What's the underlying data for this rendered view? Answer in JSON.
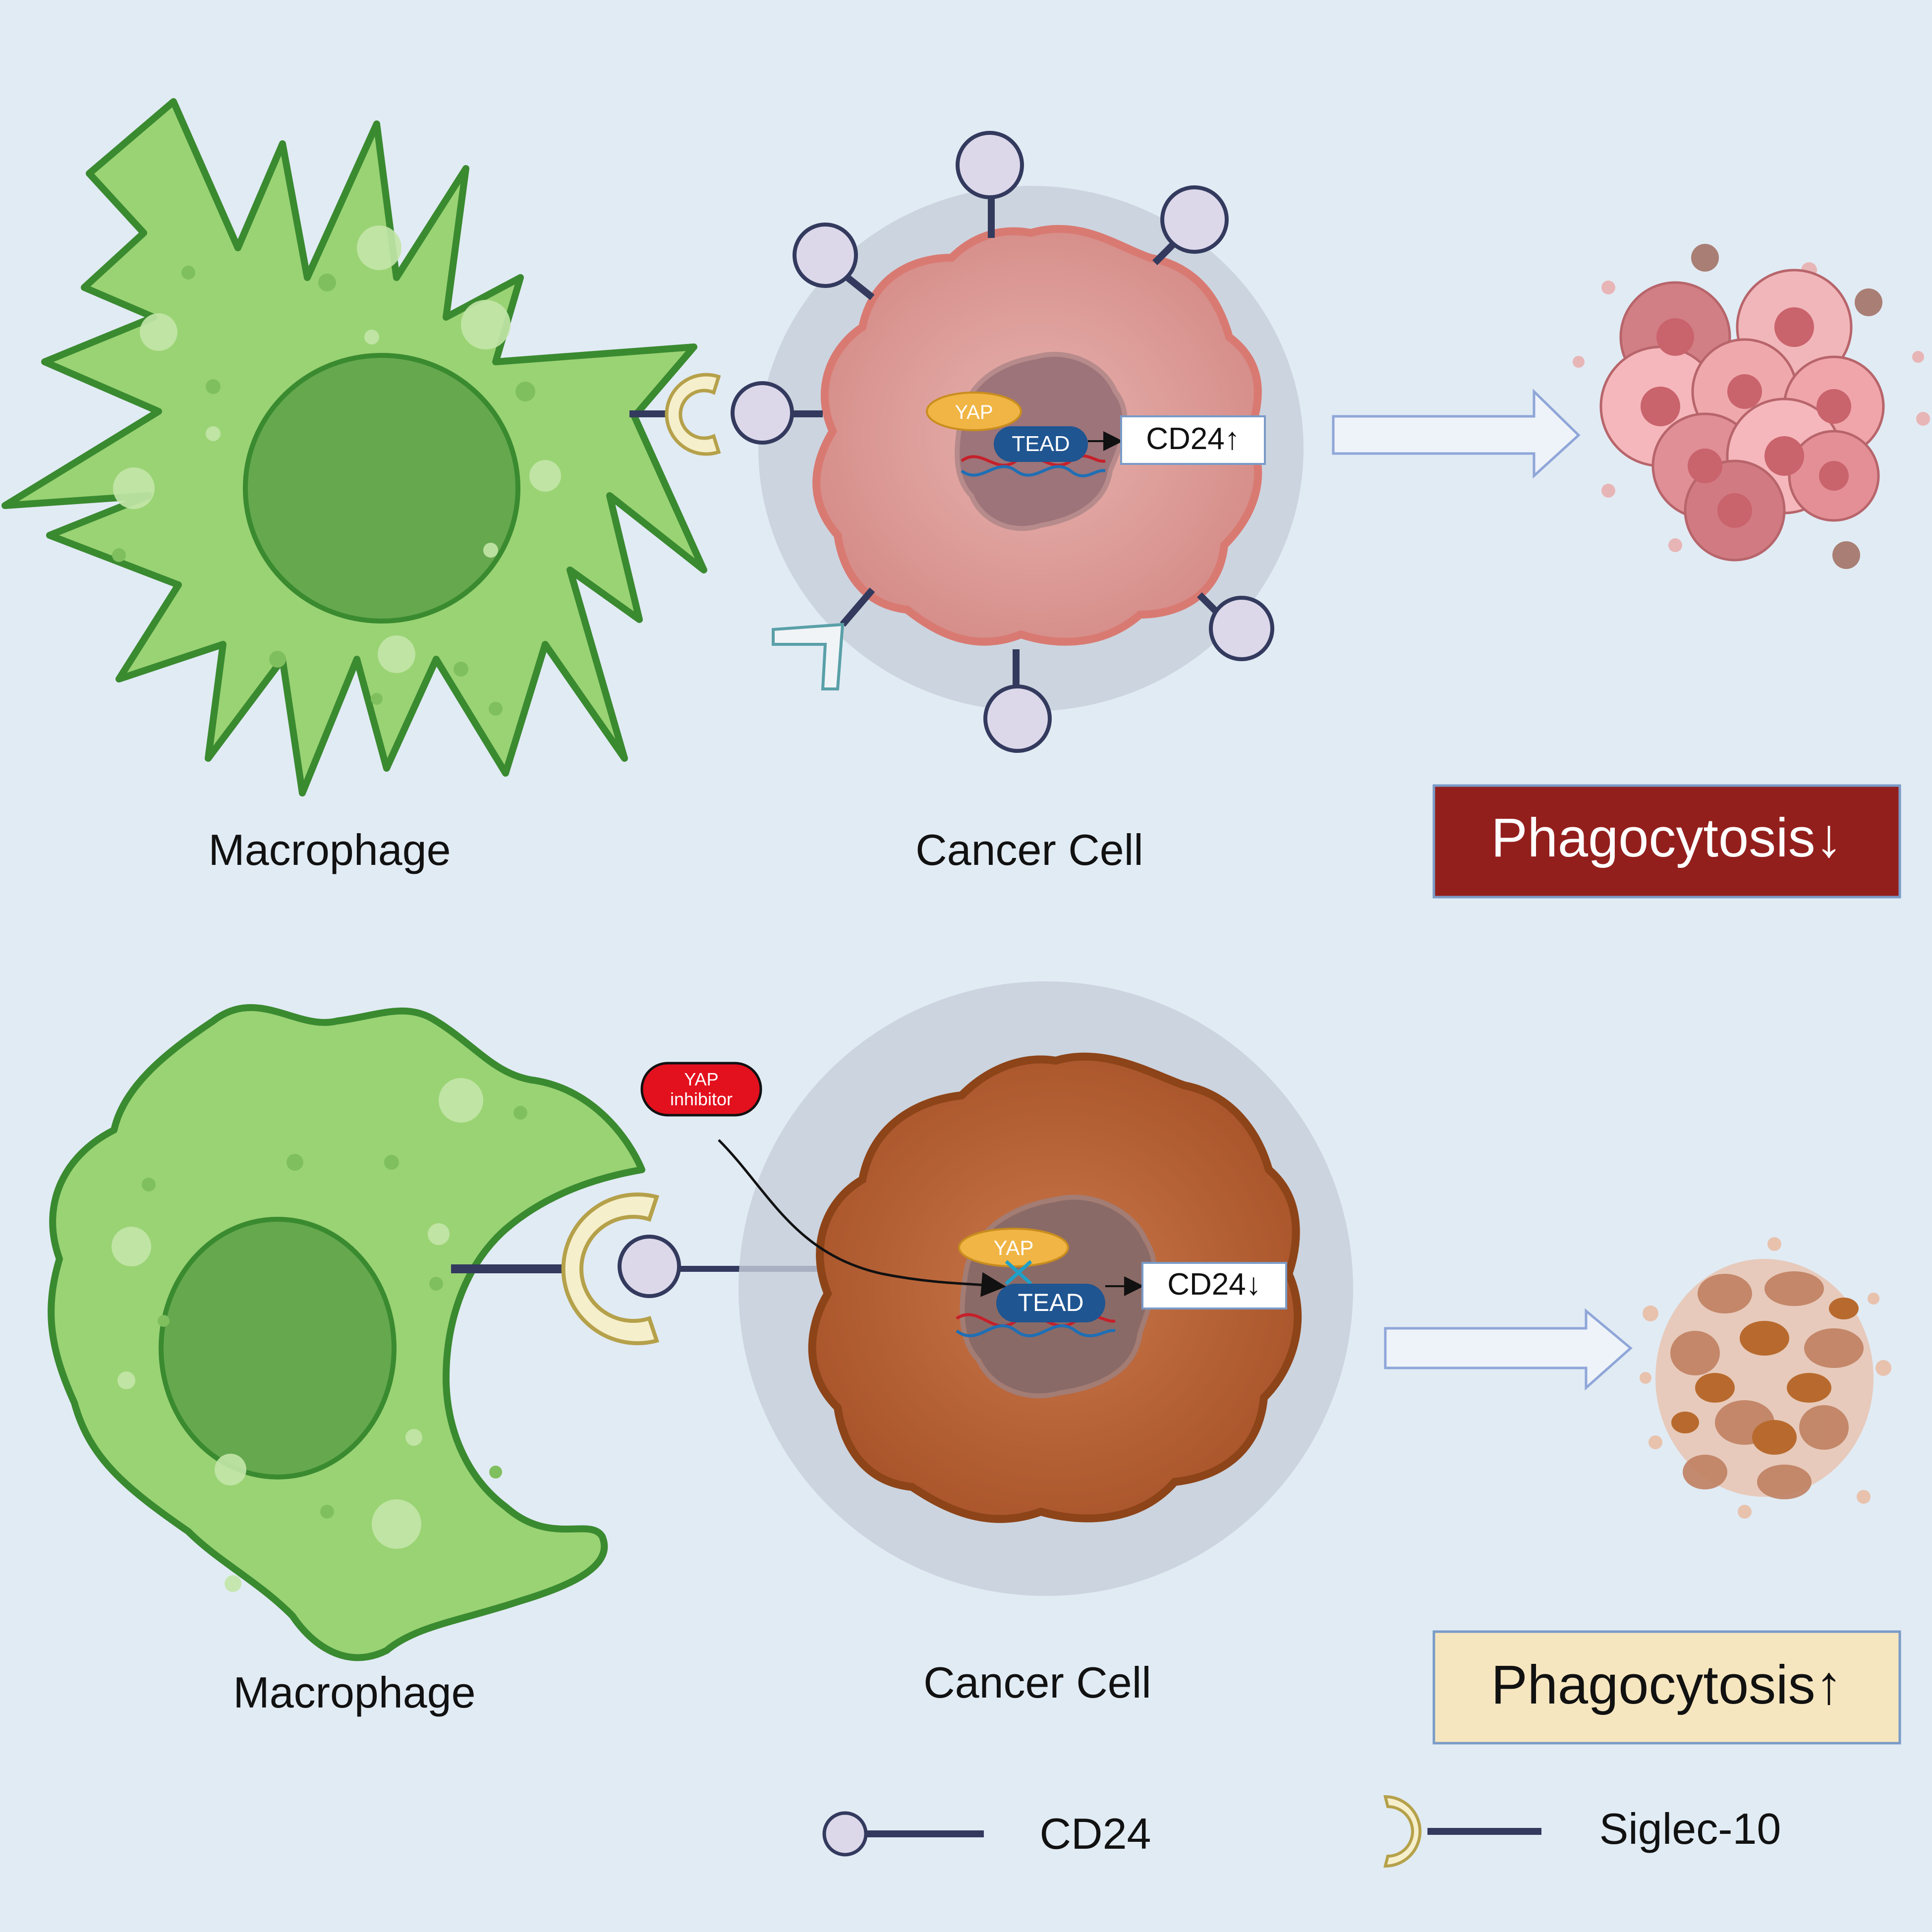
{
  "top": {
    "macrophage_label": "Macrophage",
    "cancer_label": "Cancer Cell",
    "yap": "YAP",
    "tead": "TEAD",
    "cd24_box": "CD24↑",
    "result": "Phagocytosis↓",
    "result_bg": "#931f1d"
  },
  "bottom": {
    "macrophage_label": "Macrophage",
    "cancer_label": "Cancer Cell",
    "inhibitor_line1": "YAP",
    "inhibitor_line2": "inhibitor",
    "yap": "YAP",
    "tead": "TEAD",
    "cd24_box": "CD24↓",
    "result": "Phagocytosis↑",
    "result_bg": "#f6e6bf"
  },
  "legend": {
    "cd24": "CD24",
    "siglec": "Siglec-10"
  },
  "colors": {
    "background": "#e1ebf4",
    "macrophage_fill": "#9ad374",
    "macrophage_stroke": "#3a8a30",
    "nucleus": "#66a84e",
    "cancer_top": "#dc9c9a",
    "cancer_bottom": "#b8622f",
    "tead": "#1f5591",
    "yap": "#f0b545",
    "cd24_head": "#dcd8ea",
    "stalk": "#333a5e"
  }
}
